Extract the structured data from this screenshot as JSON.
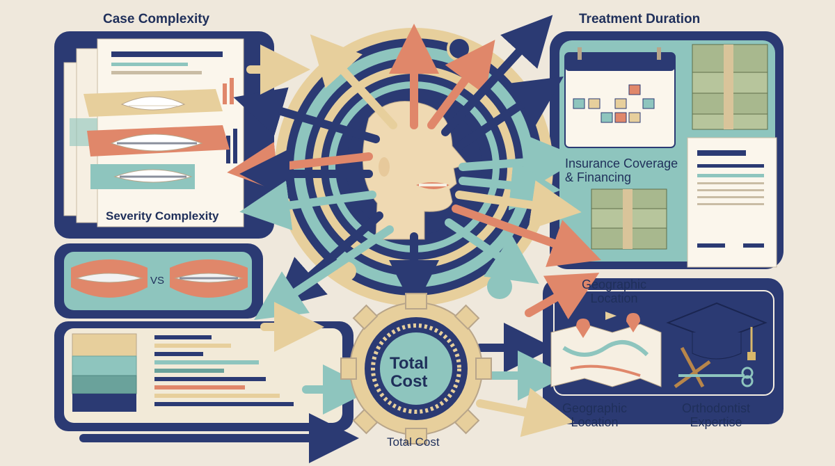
{
  "labels": {
    "case_complexity": "Case Complexity",
    "treatment_duration": "Treatment Duration",
    "severity_complexity": "Severity Complexity",
    "insurance_line1": "Insurance Coverage",
    "insurance_line2": "& Financing",
    "vs": "VS",
    "geo_top_line1": "Geographic",
    "geo_top_line2": "Location",
    "geo_bottom_line1": "Geographic",
    "geo_bottom_line2": "Location",
    "expertise_line1": "Orthodontist",
    "expertise_line2": "Expertise",
    "total_gear_line1": "Total",
    "total_gear_line2": "Cost",
    "total_bottom": "Total Cost"
  },
  "icons": [
    "document-icon",
    "teeth-icon",
    "braces-icon",
    "head-icon",
    "gear-icon",
    "calendar-icon",
    "cash-stack-icon",
    "invoice-icon",
    "map-icon",
    "graduation-cap-icon",
    "dental-tools-icon",
    "bar-chart-icon",
    "arrow-icon"
  ],
  "colors": {
    "background": "#efe8dc",
    "navy": "#2b3a73",
    "teal": "#8ec5be",
    "coral": "#e0876a",
    "sand": "#e7cf9c",
    "cream": "#f6efe2"
  }
}
